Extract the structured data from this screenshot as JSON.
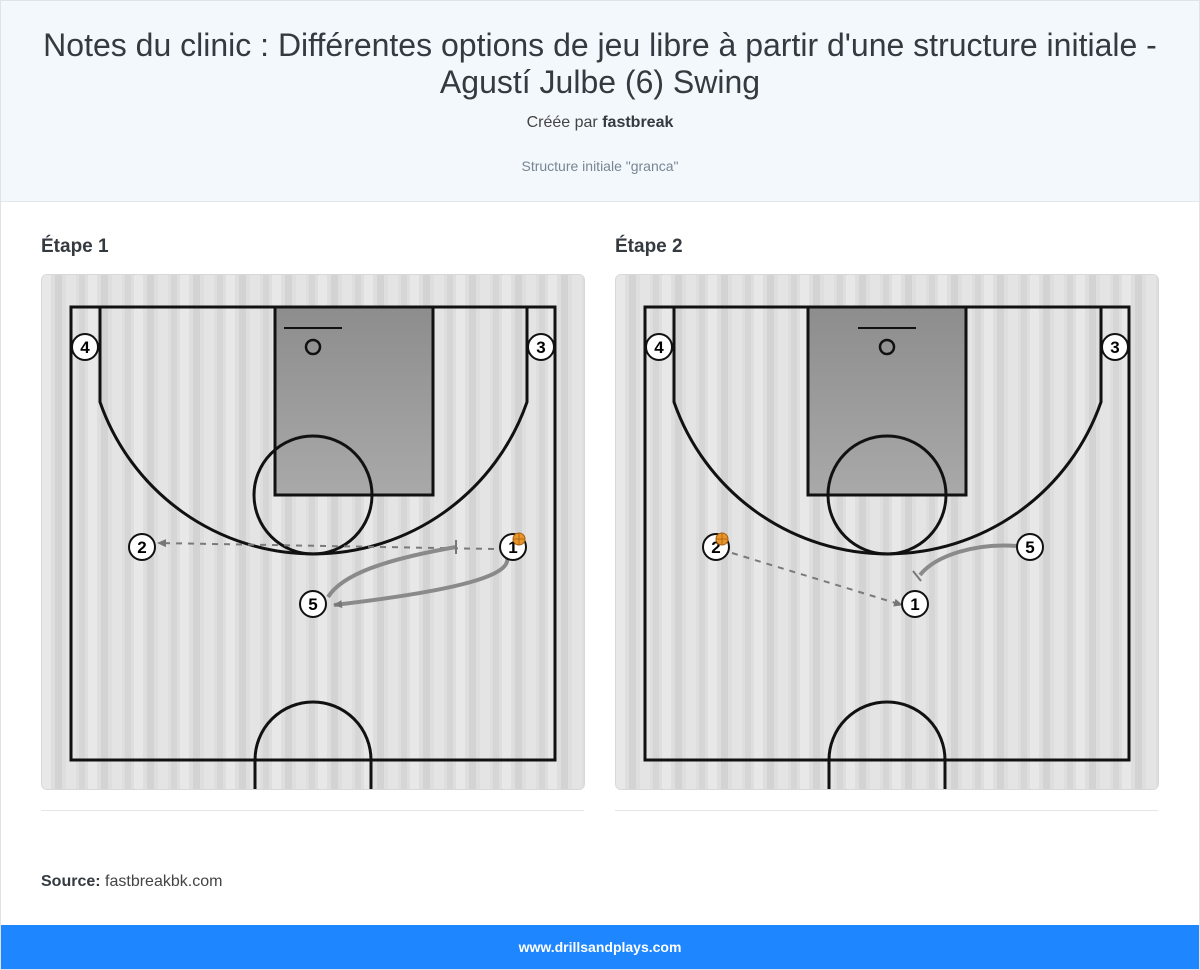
{
  "header": {
    "title": "Notes du clinic : Différentes options de jeu libre à partir d'une structure initiale - Agustí Julbe (6) Swing",
    "author_prefix": "Créée par",
    "author_name": "fastbreak",
    "subtitle": "Structure initiale \"granca\""
  },
  "steps": [
    {
      "title": "Étape 1",
      "players": [
        {
          "label": "4"
        },
        {
          "label": "3"
        },
        {
          "label": "2"
        },
        {
          "label": "1"
        },
        {
          "label": "5"
        }
      ],
      "ball_holder": "1"
    },
    {
      "title": "Étape 2",
      "players": [
        {
          "label": "4"
        },
        {
          "label": "3"
        },
        {
          "label": "2"
        },
        {
          "label": "5"
        },
        {
          "label": "1"
        }
      ],
      "ball_holder": "2"
    }
  ],
  "source": {
    "label": "Source:",
    "value": "fastbreakbk.com"
  },
  "footer": {
    "text": "www.drillsandplays.com"
  },
  "colors": {
    "header_bg": "#f3f8fd",
    "footer_bg": "#1e86ff",
    "paint": "#9a9a9a",
    "ball": "#e8962a"
  }
}
